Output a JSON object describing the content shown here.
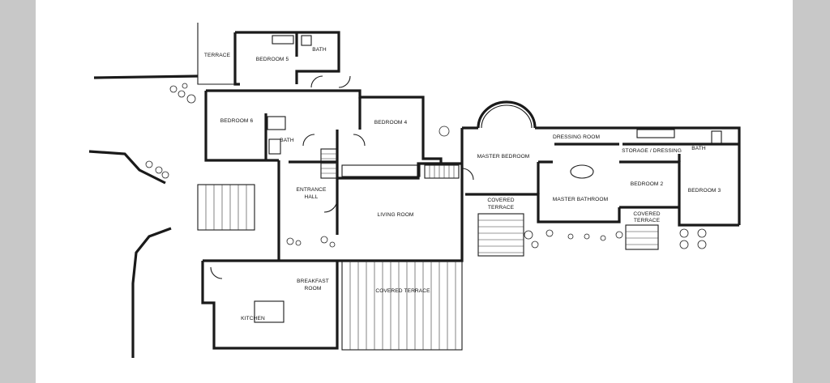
{
  "plan": {
    "rooms": {
      "terrace_top": "TERRACE",
      "bedroom5": "BEDROOM 5",
      "bath_top": "BATH",
      "bedroom6": "BEDROOM 6",
      "bath_left": "BATH",
      "bedroom4": "BEDROOM 4",
      "entrance_hall_1": "ENTRANCE",
      "entrance_hall_2": "HALL",
      "living_room": "LIVING ROOM",
      "breakfast_1": "BREAKFAST",
      "breakfast_2": "ROOM",
      "kitchen": "KITCHEN",
      "covered_terrace_main": "COVERED TERRACE",
      "master_bedroom": "MASTER BEDROOM",
      "covered_terrace_mid_1": "COVERED",
      "covered_terrace_mid_2": "TERRACE",
      "dressing_room": "DRESSING ROOM",
      "master_bathroom": "MASTER BATHROOM",
      "storage_dressing": "STORAGE / DRESSING",
      "bath_right": "BATH",
      "bedroom2": "BEDROOM 2",
      "bedroom3": "BEDROOM 3",
      "covered_terrace_right_1": "COVERED",
      "covered_terrace_right_2": "TERRACE"
    }
  }
}
